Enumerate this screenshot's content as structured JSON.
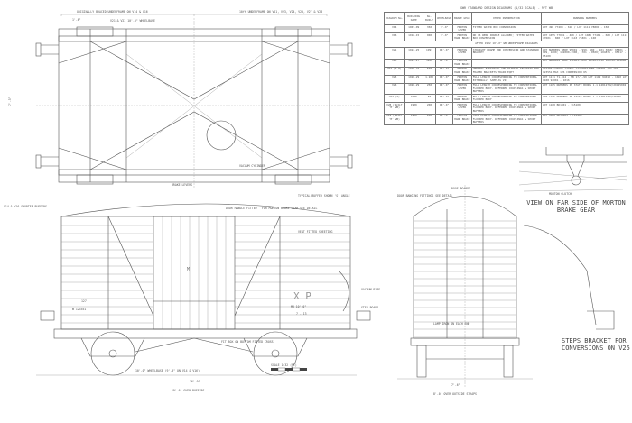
{
  "table": {
    "title": "GWR STANDARD DESIGN DIAGRAMS (1/32 SCALE) - 9FT WB",
    "headers": [
      "DIAGRAM No.",
      "BUILDING DATE",
      "No. BUILT",
      "WHEELBASE",
      "BRAKE GEAR",
      "OTHER INFORMATION",
      "RUNNING NUMBERS"
    ],
    "rows": [
      [
        "V14",
        "1907-09",
        "350",
        "9'-0\"",
        "MORTON LEVER",
        "FITTED WATER BOX CONVERSION",
        "LOT 490 77400 - 618 / LOT 1111 78801 - 150"
      ],
      [
        "V16",
        "1910-15",
        "900",
        "9'-0\"",
        "MORTON HAND BRAKE",
        "NO 16 WERE DOUBLE ALLOWED; FITTED WATER BOX CONVERSION",
        "LOT 1055 77001 - 400 / LOT 1086 77401 - 600 / LOT 1111 77601 - 800 / LOT 1143 71801 - 100"
      ],
      [
        "V21",
        "1924-25",
        "1997",
        "10'-0\"",
        "MORTON LEVER",
        "STRAIGHT FRAME END CONVERSION AND STANDARD BRACKET",
        "LOT NUMBERS WERE 95001 - 999, 100 - 101 3018; 95801 - 999, 1000; 102000-1300, 1701 - 9500; 104871 - 95017 - 95100"
      ],
      [
        "V23",
        "1925-27",
        "3200",
        "10'-0\"",
        "MORTON HAND BRAKE",
        "",
        "LOT NUMBERS WERE 112001-6300 115101-510 103700-104000"
      ],
      [
        "V24 (X-P)",
        "1926-27",
        "500",
        "10'-0\"",
        "MORTON HAND BRAKE",
        "VENTING FINISHING AND PAINTED SECURITY AND FRAMED BRACKETS TRAIN EQPT",
        "116700-120600 123501-124 RETAINER 134001-134 101 123551 MAX 126 CONVERSION 65"
      ],
      [
        "V25",
        "1926-29",
        "1,200",
        "10'-0\"",
        "MORTON HAND BRAKE",
        "FULL LENGTH CORRESPONDING TO CONVENTIONAL EXTERNALLY SAME AS V23",
        "LOT 1111 71-814 - MB 17/1-99 LOT 1112 94018 - 1010 LOT 1108 94001 - 1016"
      ],
      [
        "V26",
        "1928-29",
        "250",
        "10'-0\"",
        "MORTON LEVER",
        "FULL LENGTH CORRESPONDING TO CONVENTIONAL FLOORED BODY. REFERRED COUPLINGS & SHORT BUFFERS",
        "LOT 1165 NUMBERS IN STATE BOOKS 1.1 14812782/20125002"
      ],
      [
        "V27 (X)",
        "1930",
        "50",
        "10'-0\"",
        "MORTON HAND BRAKE",
        "FULL LENGTH CORRESPONDING TO CONVENTIONAL FLOORED BODY",
        "LOT 1165 NUMBERS IN STATE BOOKS 1.1 14812782/20125"
      ],
      [
        "V28 (BUILT 'M' WB)",
        "1930",
        "200",
        "10'-0\"",
        "MORTON LEVER",
        "FULL LENGTH CORRESPONDING TO CONVENTIONAL FLOORED BODY. REFERRED COUPLINGS & SHORT BUFFERS",
        "LOT 1168 BD1001 - 715100"
      ],
      [
        "V29 (BUILT 'M' WB)",
        "1930",
        "200",
        "10'-0\"",
        "MORTON HAND BRAKE",
        "FULL LENGTH CORRESPONDING TO CONVENTIONAL FLOORED BODY. REFERRED COUPLINGS & SHORT BUFFERS",
        "LOT 1066 BD13001 - 715480"
      ]
    ],
    "section_note": "AFTER 1922 10'-0\" WB UNDERFRAME DIAGRAMS",
    "section_after_row": 1
  },
  "plan_view": {
    "label_left": "ORIGINALLY BRACED UNDERFRAME ON V14 & V16",
    "label_right": "10ft UNDERFRAME ON V21, V23, V24, V25, V27 & V28",
    "wheelbase_label": "V21 & V23 10'-0\" WHEELBASE",
    "dim_left": "1'-6\"",
    "dim_height": "7'-5\"",
    "note_left": "V14 & V16 SHORTER BUFFERS",
    "note_vacuum": "VACUUM CYLINDER",
    "note_brake": "BRAKE LEVERS"
  },
  "side_view": {
    "lettering_xp": "X P",
    "tare": "MB 10'-0\"",
    "code": "7 - 13",
    "number_top": "127",
    "number": "W 123551",
    "gwr_mark": "M",
    "note_door": "DOOR HANDLE FITTED",
    "note_vent": "VENT FITTED SHEETING",
    "note_buffer": "TYPICAL BUFFER SHOWN 'S' ANGLE",
    "note_bottom": "FIT BOX ON BOTTOM FITTED CROSS",
    "dim_length": "16'-0\"",
    "dim_overall": "19'-6\" OVER BUFFERS",
    "note_wb": "10'-0\" WHEELBASE (9'-0\" ON V14 & V16)"
  },
  "end_view": {
    "dim_width": "7'-6\"",
    "dim_overall": "8'-0\" OVER OUTSIDE STRAPS",
    "note_roof": "ROOF BOARDS",
    "note_vac": "VACUUM PIPE",
    "note_step": "STEP BOARD",
    "note_lamp": "LAMP IRON ON EACH END",
    "note_door": "DOOR BANGING FITTINGS SEE DETAIL"
  },
  "detail_view": {
    "label_clutch": "MORTON CLUTCH",
    "caption": "VIEW ON FAR SIDE OF MORTON BRAKE GEAR",
    "note_morton": "FOR MORTON BRAKE GEAR SEE DETAIL",
    "note_step": "STEPS BRACKET FOR CONVERSIONS ON V25"
  },
  "scale_bar": {
    "label": "SCALE 1:32 (FT)"
  }
}
